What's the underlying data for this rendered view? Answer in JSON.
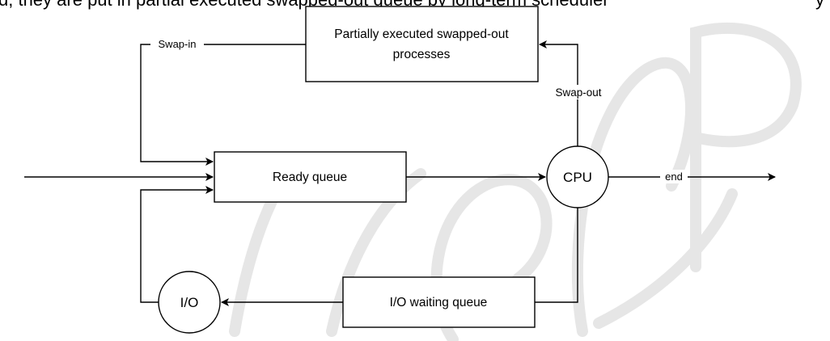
{
  "page": {
    "cut_text_left": "d, they are put in partial executed swapped-out queue by long-term scheduler",
    "cut_text_right": "y"
  },
  "nodes": {
    "swapped_out_box": {
      "line1": "Partially executed swapped-out",
      "line2": "processes"
    },
    "ready_queue": {
      "label": "Ready queue"
    },
    "cpu": {
      "label": "CPU"
    },
    "io_waiting_queue": {
      "label": "I/O waiting queue"
    },
    "io": {
      "label": "I/O"
    }
  },
  "edges": {
    "swap_in": "Swap-in",
    "swap_out": "Swap-out",
    "end": "end"
  },
  "colors": {
    "stroke": "#000000",
    "watermark": "#e6e6e6",
    "background": "#ffffff"
  }
}
